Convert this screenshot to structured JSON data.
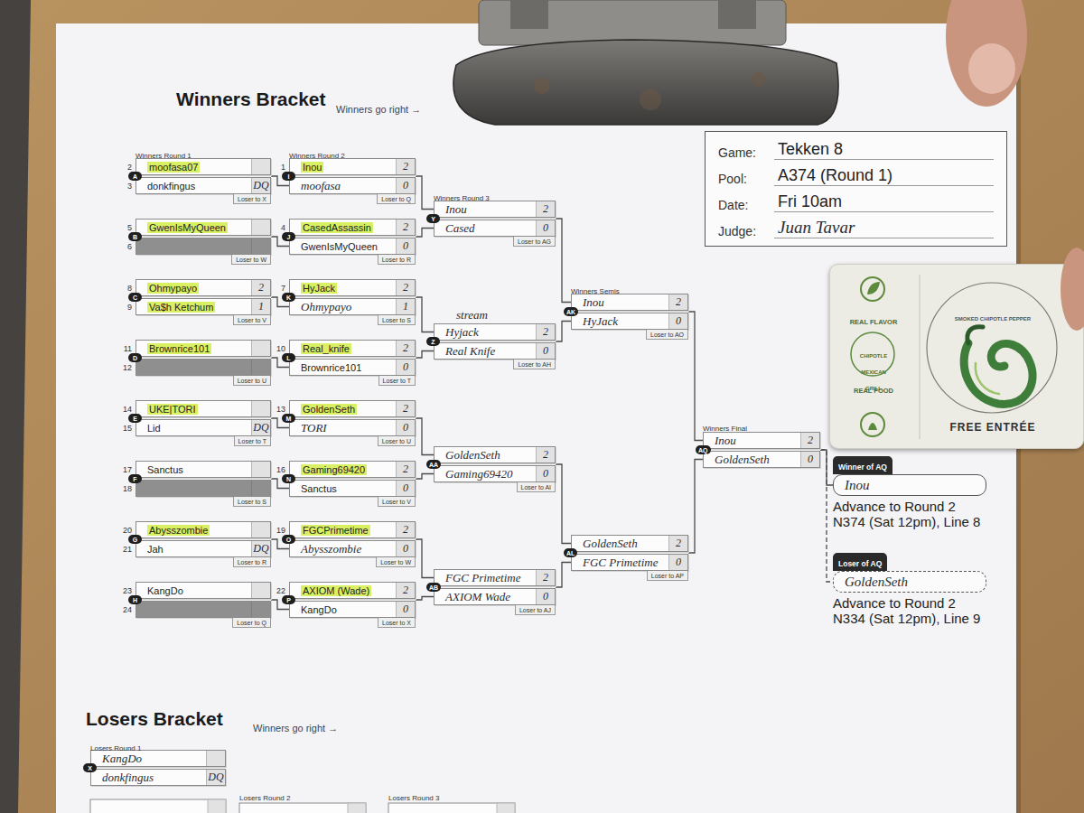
{
  "diagram": {
    "title": "Winners Bracket",
    "nodes": [
      {
        "text": [
          "2",
          "moofasa07",
          "A",
          "3",
          "donkfingus",
          "DQ",
          "Loser to X"
        ]
      },
      {
        "text": [
          "5",
          "GwenIsMyQueen",
          "B",
          "6",
          "Loser to W"
        ]
      },
      {
        "text": [
          "8",
          "Ohmypayo",
          "2",
          "C",
          "9",
          "Va$h Ketchum",
          "1",
          "Loser to V"
        ]
      },
      {
        "text": [
          "11",
          "Brownrice101",
          "D",
          "12",
          "Loser to U"
        ]
      },
      {
        "text": [
          "14",
          "UKE|TORI",
          "E",
          "15",
          "Lid",
          "DQ",
          "Loser to T"
        ]
      },
      {
        "text": [
          "17",
          "Sanctus",
          "F",
          "18",
          "Loser to S"
        ]
      },
      {
        "text": [
          "20",
          "Abysszombie",
          "G",
          "21",
          "Jah",
          "DQ",
          "Loser to R"
        ]
      },
      {
        "text": [
          "23",
          "KangDo",
          "H",
          "24",
          "Loser to Q"
        ]
      },
      {
        "text": [
          "1",
          "Inou",
          "2",
          "I",
          "moofasa",
          "0",
          "Loser to Q"
        ]
      },
      {
        "text": [
          "4",
          "CasedAssassin",
          "2",
          "J",
          "GwenIsMyQueen",
          "0",
          "Loser to R"
        ]
      },
      {
        "text": [
          "7",
          "HyJack",
          "2",
          "K",
          "Ohmypayo",
          "1",
          "Loser to S"
        ]
      },
      {
        "text": [
          "10",
          "Real_knife",
          "2",
          "L",
          "Brownrice101",
          "0",
          "Loser to T"
        ]
      },
      {
        "text": [
          "13",
          "GoldenSeth",
          "2",
          "M",
          "TORI",
          "0",
          "Loser to U"
        ]
      },
      {
        "text": [
          "16",
          "Gaming69420",
          "2",
          "N",
          "Sanctus",
          "0",
          "Loser to V"
        ]
      },
      {
        "text": [
          "19",
          "FGCPrimetime",
          "2",
          "O",
          "Abysszombie",
          "0",
          "Loser to W"
        ]
      },
      {
        "text": [
          "22",
          "AXIOM (Wade)",
          "2",
          "P",
          "KangDo",
          "0",
          "Loser to X"
        ]
      },
      {
        "text": [
          "Inou",
          "2",
          "Y",
          "Cased",
          "0",
          "Loser to AG"
        ]
      },
      {
        "text": [
          "Hyjack",
          "2",
          "Z",
          "Real Knife",
          "0",
          "Loser to AH"
        ]
      },
      {
        "text": [
          "GoldenSeth",
          "2",
          "AA",
          "Gaming69420",
          "0",
          "Loser to AI"
        ]
      },
      {
        "text": [
          "FGC Primetime",
          "2",
          "AB",
          "AXIOM Wade",
          "0",
          "Loser to AJ"
        ]
      },
      {
        "text": [
          "Inou",
          "2",
          "AK",
          "HyJack",
          "0",
          "Loser to AO"
        ]
      },
      {
        "text": [
          "GoldenSeth",
          "2",
          "AL",
          "FGC Primetime",
          "0",
          "Loser to AP"
        ]
      },
      {
        "text": [
          "Inou",
          "2",
          "AQ",
          "GoldenSeth",
          "0"
        ]
      },
      {
        "text": [
          "Winner of AQ",
          "Inou",
          "Advance to Round 2 N374 (Sat 12pm), Line 8"
        ]
      },
      {
        "text": [
          "Loser of AQ",
          "GoldenSeth",
          "Advance to Round 2 N334 (Sat 12pm), Line 9"
        ]
      },
      {
        "text": [
          "Game:",
          "Tekken 8",
          "Pool:",
          "A374 (Round 1)",
          "Date:",
          "Fri 10am",
          "Judge:",
          "Juan Tavar"
        ]
      },
      {
        "text": [
          "REAL FLAVOR",
          "CHIPOTLE MEXICAN GRILL",
          "REAL FOOD",
          "SMOKED CHIPOTLE PEPPER",
          "FREE ENTRÉE"
        ]
      },
      {
        "text": [
          "KangDo",
          "X",
          "donkfingus",
          "DQ"
        ]
      }
    ],
    "edges": [
      {
        "from": 0,
        "to": 8,
        "arrow": "none"
      },
      {
        "from": 1,
        "to": 9,
        "arrow": "none"
      },
      {
        "from": 2,
        "to": 10,
        "arrow": "none"
      },
      {
        "from": 3,
        "to": 11,
        "arrow": "none"
      },
      {
        "from": 4,
        "to": 12,
        "arrow": "none"
      },
      {
        "from": 5,
        "to": 13,
        "arrow": "none"
      },
      {
        "from": 6,
        "to": 14,
        "arrow": "none"
      },
      {
        "from": 7,
        "to": 15,
        "arrow": "none"
      },
      {
        "from": 8,
        "to": 16,
        "arrow": "none"
      },
      {
        "from": 9,
        "to": 16,
        "arrow": "none"
      },
      {
        "from": 10,
        "to": 17,
        "arrow": "none"
      },
      {
        "from": 11,
        "to": 17,
        "arrow": "none"
      },
      {
        "from": 12,
        "to": 18,
        "arrow": "none"
      },
      {
        "from": 13,
        "to": 18,
        "arrow": "none"
      },
      {
        "from": 14,
        "to": 19,
        "arrow": "none"
      },
      {
        "from": 15,
        "to": 19,
        "arrow": "none"
      },
      {
        "from": 16,
        "to": 20,
        "arrow": "none"
      },
      {
        "from": 17,
        "to": 20,
        "arrow": "none"
      },
      {
        "from": 18,
        "to": 21,
        "arrow": "none"
      },
      {
        "from": 19,
        "to": 21,
        "arrow": "none"
      },
      {
        "from": 20,
        "to": 22,
        "arrow": "none"
      },
      {
        "from": 21,
        "to": 22,
        "arrow": "none"
      },
      {
        "from": 22,
        "to": 23,
        "arrow": "none"
      },
      {
        "from": 22,
        "to": 24,
        "arrow": "none"
      }
    ],
    "labels": [
      "Winners go right →",
      "Winners Round 1",
      "Winners Round 2",
      "Winners Round 3",
      "stream",
      "Winners Semis",
      "Winners Final",
      "Losers Bracket",
      "Winners go right →",
      "Losers Round 1",
      "Losers Round 2",
      "Losers Round 3"
    ]
  }
}
